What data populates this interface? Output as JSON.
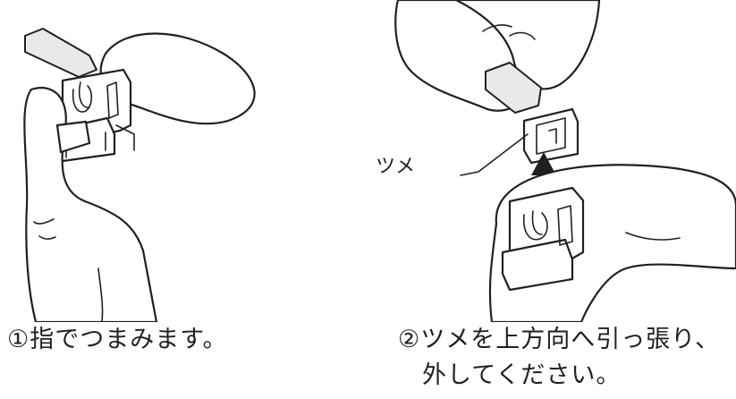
{
  "steps": [
    {
      "caption": "①指でつまみます。"
    },
    {
      "caption_line1": "②ツメを上方向へ引っ張り、",
      "caption_line2": "外してください。",
      "callout_label": "ツメ"
    }
  ],
  "colors": {
    "line": "#231f20",
    "arrow": "#231f20",
    "background": "#ffffff"
  }
}
